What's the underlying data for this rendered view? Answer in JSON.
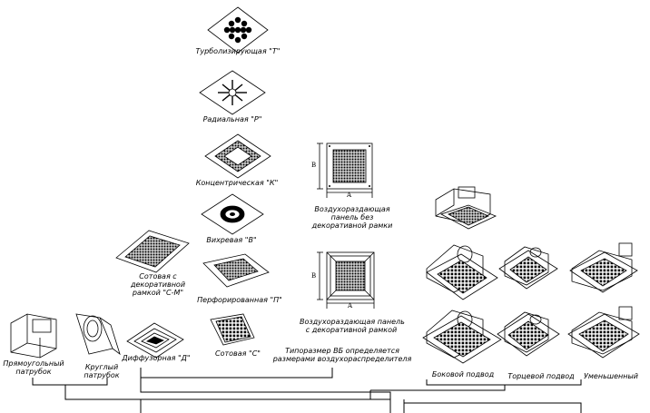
{
  "panels": {
    "turbo": "Турболизирующая \"Т\"",
    "radial": "Радиальная \"Р\"",
    "concentric": "Концентрическая \"К\"",
    "vortex": "Вихревая \"В\"",
    "perforated": "Перфорированная \"П\"",
    "honeycomb": "Сотовая \"С\"",
    "diffuser": "Диффузорная \"Д\"",
    "honeycomb_frame": [
      "Сотовая с",
      "декоративной",
      "рамкой \"С-М\""
    ]
  },
  "air_panels": {
    "no_frame": [
      "Воздухораздающая",
      "панель без",
      "декоративной рамки"
    ],
    "with_frame": [
      "Воздухораздающая панель",
      "с декоративной рамкой"
    ],
    "dim_a": "A",
    "dim_b": "B"
  },
  "size_note": [
    "Типоразмер ВБ определяется",
    "размерами воздухораспределителя"
  ],
  "connectors": {
    "rect": [
      "Прямоугольный",
      "патрубок"
    ],
    "round": [
      "Круглый",
      "патрубок"
    ]
  },
  "supply": {
    "side": "Боковой подвод",
    "end": "Торцевой подвод",
    "reduced": "Уменьшенный"
  }
}
